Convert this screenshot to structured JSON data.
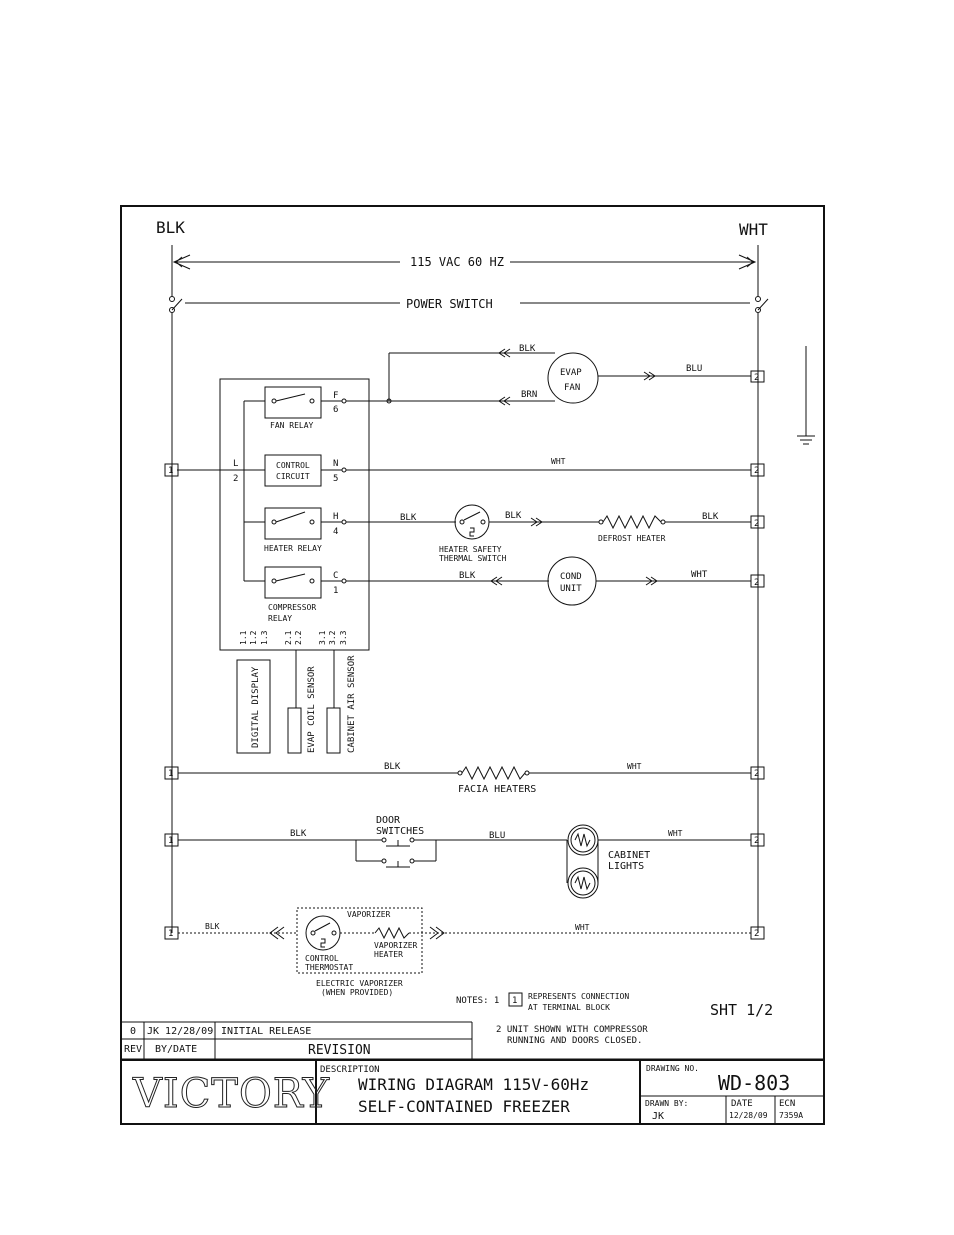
{
  "lines": {
    "left_label": "BLK",
    "right_label": "WHT",
    "supply": "115 VAC 60 HZ",
    "power_switch": "POWER SWITCH"
  },
  "controller": {
    "fan_relay": "FAN RELAY",
    "control_circuit_1": "CONTROL",
    "control_circuit_2": "CIRCUIT",
    "heater_relay": "HEATER RELAY",
    "compressor_relay_1": "COMPRESSOR",
    "compressor_relay_2": "RELAY",
    "term_L": "L",
    "term_2": "2",
    "term_F": "F",
    "term_6": "6",
    "term_N": "N",
    "term_5": "5",
    "term_H": "H",
    "term_4": "4",
    "term_C": "C",
    "term_1": "1",
    "pins": [
      "1.1",
      "1.2",
      "1.3",
      "2.1",
      "2.2",
      "3.1",
      "3.2",
      "3.3"
    ]
  },
  "sensors": {
    "digital_display": "DIGITAL DISPLAY",
    "evap_coil_sensor": "EVAP COIL SENSOR",
    "cabinet_air_sensor": "CABINET AIR SENSOR"
  },
  "components": {
    "evap_fan_1": "EVAP",
    "evap_fan_2": "FAN",
    "cond_unit_1": "COND",
    "cond_unit_2": "UNIT",
    "heater_safety_1": "HEATER SAFETY",
    "heater_safety_2": "THERMAL SWITCH",
    "defrost_heater": "DEFROST HEATER",
    "facia_heaters": "FACIA HEATERS",
    "door_switches_1": "DOOR",
    "door_switches_2": "SWITCHES",
    "cabinet_lights_1": "CABINET",
    "cabinet_lights_2": "LIGHTS",
    "vaporizer": "VAPORIZER",
    "vaporizer_heater_1": "VAPORIZER",
    "vaporizer_heater_2": "HEATER",
    "control_thermostat_1": "CONTROL",
    "control_thermostat_2": "THERMOSTAT",
    "electric_vaporizer_1": "ELECTRIC VAPORIZER",
    "electric_vaporizer_2": "(WHEN PROVIDED)"
  },
  "wires": {
    "blk": "BLK",
    "brn": "BRN",
    "blu": "BLU",
    "wht": "WHT"
  },
  "terminals": {
    "one": "1",
    "two": "2"
  },
  "notes": {
    "label": "NOTES: 1",
    "box": "1",
    "note1_a": "REPRESENTS CONNECTION",
    "note1_b": "AT TERMINAL BLOCK",
    "note2_a": "2 UNIT SHOWN WITH COMPRESSOR",
    "note2_b": "RUNNING AND DOORS CLOSED.",
    "sheet": "SHT 1/2"
  },
  "title_block": {
    "rev_num": "0",
    "rev_by_date": "JK 12/28/09",
    "rev_desc": "INITIAL RELEASE",
    "rev_hdr": "REV",
    "by_date_hdr": "BY/DATE",
    "revision_hdr": "REVISION",
    "logo": "VICTORY",
    "description_hdr": "DESCRIPTION",
    "description_1": "WIRING DIAGRAM 115V-60Hz",
    "description_2": "SELF-CONTAINED FREEZER",
    "drawing_no_hdr": "DRAWING NO.",
    "drawing_no": "WD-803",
    "drawn_by_hdr": "DRAWN BY:",
    "drawn_by": "JK",
    "date_hdr": "DATE",
    "date": "12/28/09",
    "ecn_hdr": "ECN",
    "ecn": "7359A"
  }
}
